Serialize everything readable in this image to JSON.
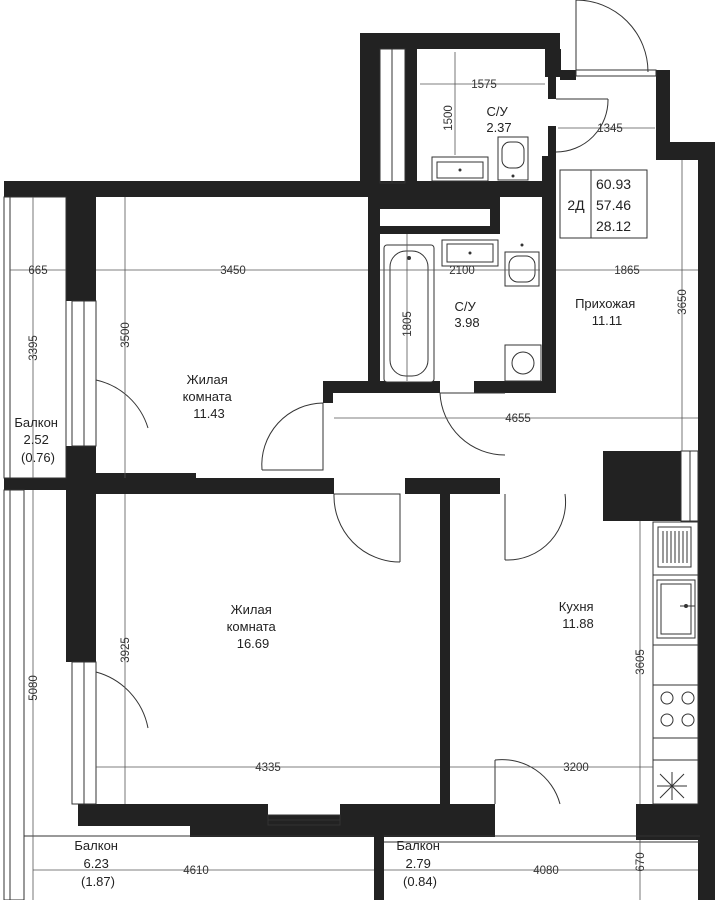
{
  "layout_code": "2Д",
  "areas": {
    "total": "60.93",
    "living_total": "57.46",
    "living": "28.12"
  },
  "rooms": [
    {
      "id": "wc-small",
      "lines": [
        "С/У",
        "2.37"
      ]
    },
    {
      "id": "wc-bath",
      "lines": [
        "С/У",
        "3.98"
      ]
    },
    {
      "id": "hall",
      "lines": [
        "Прихожая",
        "11.11"
      ]
    },
    {
      "id": "living-1",
      "lines": [
        "Жилая",
        "комната",
        "11.43"
      ]
    },
    {
      "id": "living-2",
      "lines": [
        "Жилая",
        "комната",
        "16.69"
      ]
    },
    {
      "id": "kitchen",
      "lines": [
        "Кухня",
        "11.88"
      ]
    },
    {
      "id": "balcony-1",
      "lines": [
        "Балкон",
        "2.52",
        "(0.76)"
      ]
    },
    {
      "id": "balcony-2",
      "lines": [
        "Балкон",
        "6.23",
        "(1.87)"
      ]
    },
    {
      "id": "balcony-3",
      "lines": [
        "Балкон",
        "2.79",
        "(0.84)"
      ]
    }
  ],
  "dimensions": {
    "d1575": "1575",
    "d1500": "1500",
    "d1345": "1345",
    "d665": "665",
    "d3450": "3450",
    "d2100": "2100",
    "d1865": "1865",
    "d3395": "3395",
    "d3500": "3500",
    "d1805": "1805",
    "d3650": "3650",
    "d4655": "4655",
    "d3925": "3925",
    "d5080": "5080",
    "d3605": "3605",
    "d4335": "4335",
    "d3200": "3200",
    "d4610": "4610",
    "d4080": "4080",
    "d670": "670"
  }
}
